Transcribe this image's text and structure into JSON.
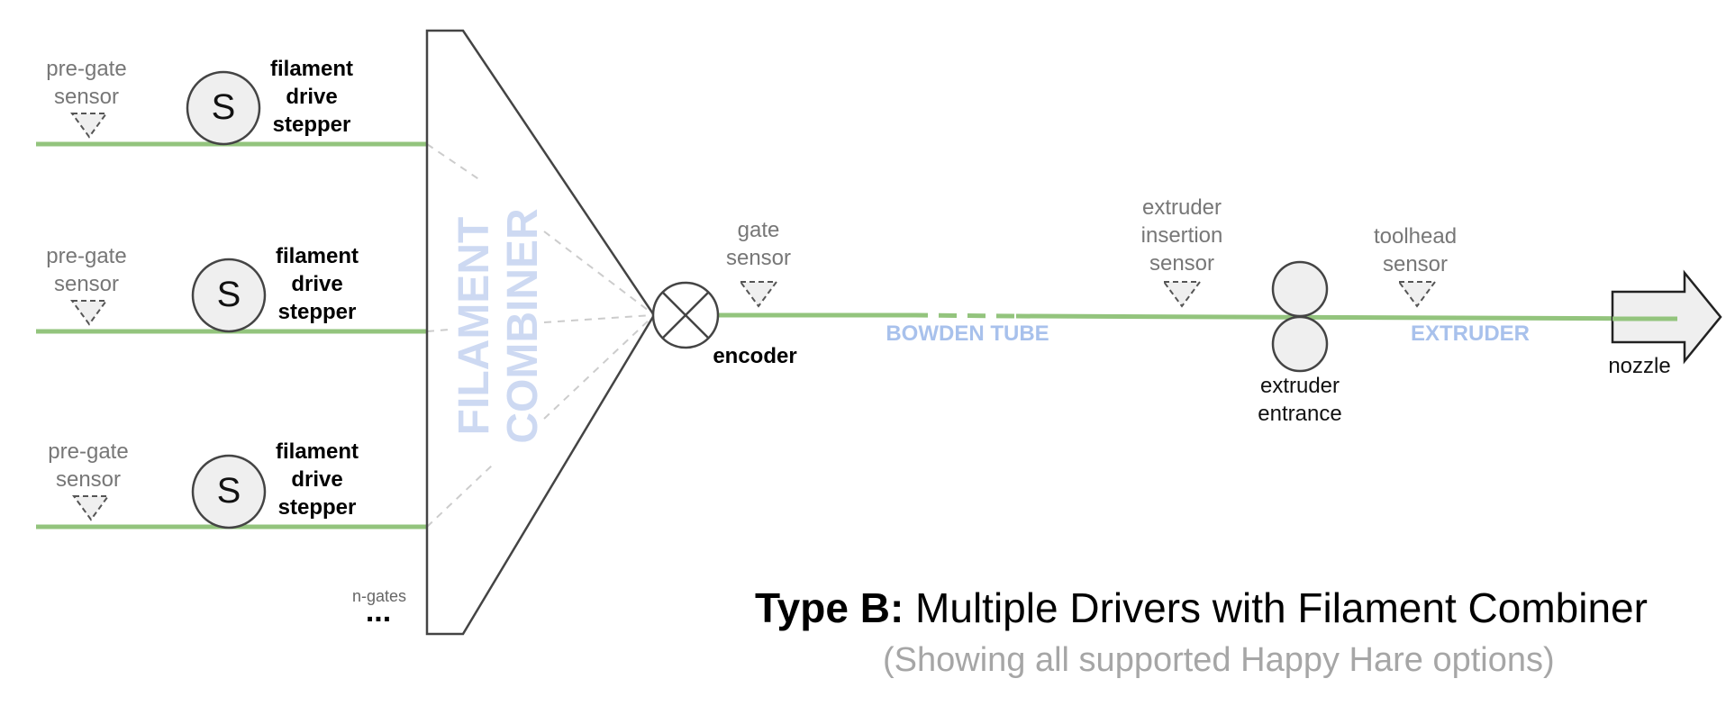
{
  "gates": [
    {
      "sensor_label": [
        "pre-gate",
        "sensor"
      ],
      "stepper_symbol": "S",
      "stepper_label": [
        "filament",
        "drive",
        "stepper"
      ]
    },
    {
      "sensor_label": [
        "pre-gate",
        "sensor"
      ],
      "stepper_symbol": "S",
      "stepper_label": [
        "filament",
        "drive",
        "stepper"
      ]
    },
    {
      "sensor_label": [
        "pre-gate",
        "sensor"
      ],
      "stepper_symbol": "S",
      "stepper_label": [
        "filament",
        "drive",
        "stepper"
      ]
    }
  ],
  "n_gates_label": "n-gates",
  "n_gates_ellipsis": "...",
  "combiner_label": [
    "FILAMENT",
    "COMBINER"
  ],
  "encoder_label": "encoder",
  "gate_sensor_label": [
    "gate",
    "sensor"
  ],
  "bowden_label": "BOWDEN TUBE",
  "extruder_insertion_label": [
    "extruder",
    "insertion",
    "sensor"
  ],
  "extruder_entrance_label": [
    "extruder",
    "entrance"
  ],
  "toolhead_sensor_label": [
    "toolhead",
    "sensor"
  ],
  "extruder_label": "EXTRUDER",
  "nozzle_label": "nozzle",
  "title_bold": "Type B:",
  "title_rest": " Multiple Drivers with Filament Combiner",
  "subtitle": "(Showing all supported Happy Hare options)",
  "colors": {
    "filament": "#93c47d",
    "label_blue": "#a8c1ec",
    "combiner_text": "#cdd9f2",
    "component_fill": "#efefef"
  }
}
